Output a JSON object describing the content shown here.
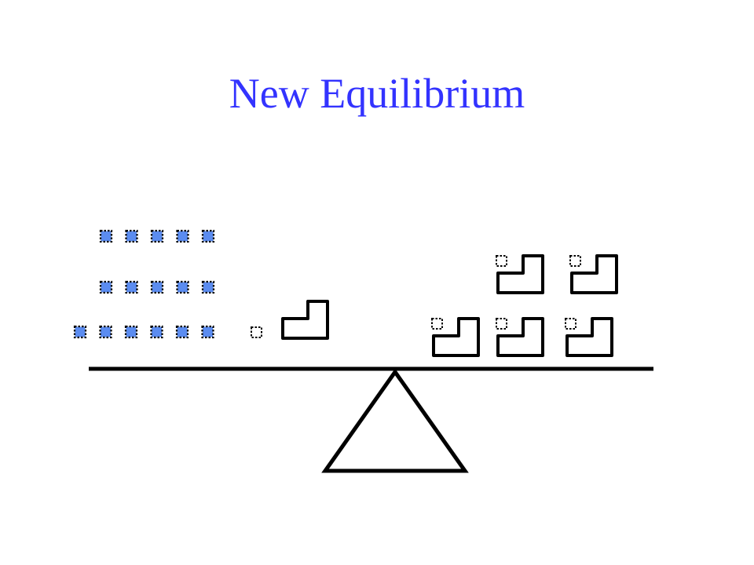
{
  "title": "New Equilibrium",
  "colors": {
    "title": "#3333ff",
    "unit_fill": "#5b8cf0",
    "line": "#000000",
    "background": "#ffffff"
  },
  "diagram": {
    "left_pan": {
      "blue_unit_rows": [
        5,
        5,
        6
      ],
      "small_open_squares": 1,
      "l_shapes": 1
    },
    "right_pan": {
      "l_shape_rows": [
        2,
        3
      ],
      "small_open_squares": 5
    },
    "fulcrum": "triangle"
  }
}
